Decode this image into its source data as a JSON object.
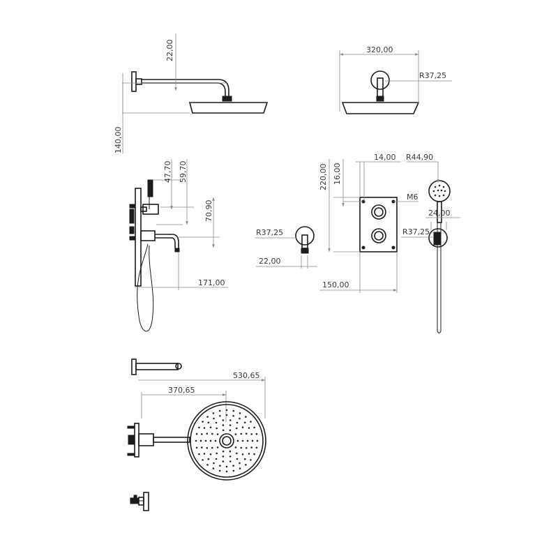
{
  "dimensions": {
    "wall_to_arm_height": "22,00",
    "arm_total_height": "140,00",
    "rain_head_diameter": "320,00",
    "rose_radius_front": "R37,25",
    "handset_offset_a": "47,70",
    "handset_offset_b": "59,70",
    "spout_offset": "70,90",
    "spout_length": "171,00",
    "plate_height": "220,00",
    "plate_top_offset": "16,00",
    "plate_side_offset": "14,00",
    "handset_radius": "R44,90",
    "screw_thread": "M6",
    "holder_width": "24,00",
    "holder_rose_radius": "R37,25",
    "outlet_rose_radius": "R37,25",
    "outlet_depth": "22,00",
    "plate_width": "150,00",
    "arm_reach_total": "530,65",
    "arm_reach_center": "370,65"
  },
  "colors": {
    "line": "#1c1c1c",
    "dimension_line": "#8a8a8a",
    "text": "#3a3a3a",
    "background": "#ffffff"
  }
}
